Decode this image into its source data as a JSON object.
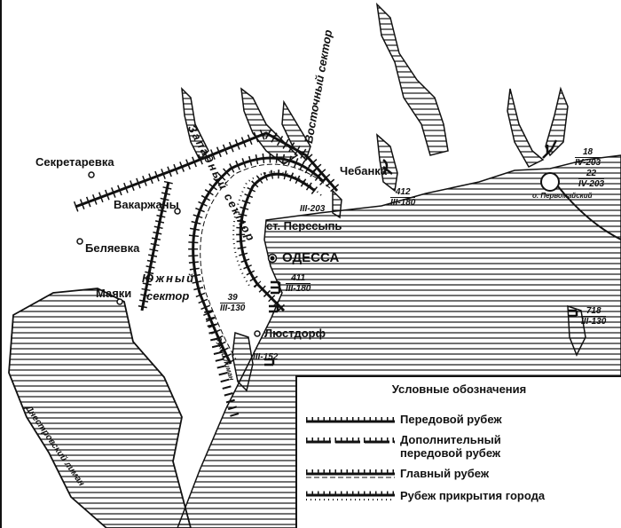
{
  "places": {
    "sekretarevka": "Секретаревка",
    "vakarzhany": "Вакаржаны",
    "belyaevka": "Беляевка",
    "mayaki": "Маяки",
    "chebanka": "Чебанка",
    "peresyp": "ст. Пересыпь",
    "odessa": "ОДЕССА",
    "lustdorf": "Люстдорф",
    "pervomaisky": "о. Первомайский",
    "dniester_liman": "Днестровский лиман",
    "sukhoi_liman": "Сухой лиман"
  },
  "sectors": {
    "west": "Западный сектор",
    "east": "Восточный сектор",
    "south_1": "Южный",
    "south_2": "сектор"
  },
  "units": [
    {
      "num": "18",
      "cal": "IV-203"
    },
    {
      "num": "22",
      "cal": "IV-203"
    },
    {
      "num": "718",
      "cal": "III-130"
    },
    {
      "num": "412",
      "cal": "III-180"
    },
    {
      "num": "411",
      "cal": "III-180"
    },
    {
      "num": "39",
      "cal": "III-130"
    },
    {
      "num": "",
      "cal": "III-152"
    },
    {
      "num": "",
      "cal": "III-203"
    }
  ],
  "legend": {
    "title": "Условные обозначения",
    "items": [
      "Передовой рубеж",
      "Дополнительный передовой рубеж",
      "Главный рубеж",
      "Рубеж прикрытия города"
    ]
  },
  "colors": {
    "ink": "#111111",
    "paper": "#ffffff"
  }
}
